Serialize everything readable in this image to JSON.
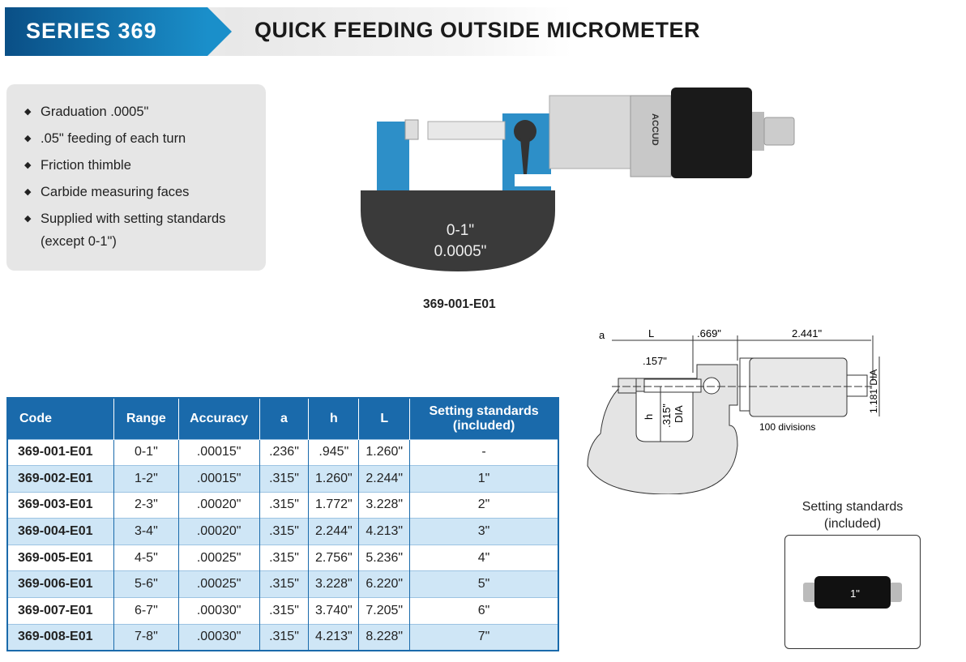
{
  "header": {
    "series": "SERIES 369",
    "title": "QUICK FEEDING OUTSIDE MICROMETER"
  },
  "features": [
    "Graduation .0005\"",
    ".05\" feeding of each turn",
    "Friction thimble",
    "Carbide measuring faces",
    "Supplied with setting standards"
  ],
  "features_cont": "(except 0-1\")",
  "photo": {
    "frame_range": "0-1\"",
    "frame_grad": "0.0005\"",
    "brand": "ACCUD",
    "caption": "369-001-E01"
  },
  "diagram": {
    "a": "a",
    "L": "L",
    "d669": ".669\"",
    "d2441": "2.441\"",
    "d157": ".157\"",
    "d315": ".315\"",
    "dia": "DIA",
    "h": "h",
    "d1181": "1.181\"DIA",
    "divisions": "100 divisions"
  },
  "table": {
    "headers": [
      "Code",
      "Range",
      "Accuracy",
      "a",
      "h",
      "L",
      "Setting standards (included)"
    ],
    "rows": [
      [
        "369-001-E01",
        "0-1\"",
        ".00015\"",
        ".236\"",
        ".945\"",
        "1.260\"",
        "-"
      ],
      [
        "369-002-E01",
        "1-2\"",
        ".00015\"",
        ".315\"",
        "1.260\"",
        "2.244\"",
        "1\""
      ],
      [
        "369-003-E01",
        "2-3\"",
        ".00020\"",
        ".315\"",
        "1.772\"",
        "3.228\"",
        "2\""
      ],
      [
        "369-004-E01",
        "3-4\"",
        ".00020\"",
        ".315\"",
        "2.244\"",
        "4.213\"",
        "3\""
      ],
      [
        "369-005-E01",
        "4-5\"",
        ".00025\"",
        ".315\"",
        "2.756\"",
        "5.236\"",
        "4\""
      ],
      [
        "369-006-E01",
        "5-6\"",
        ".00025\"",
        ".315\"",
        "3.228\"",
        "6.220\"",
        "5\""
      ],
      [
        "369-007-E01",
        "6-7\"",
        ".00030\"",
        ".315\"",
        "3.740\"",
        "7.205\"",
        "6\""
      ],
      [
        "369-008-E01",
        "7-8\"",
        ".00030\"",
        ".315\"",
        "4.213\"",
        "8.228\"",
        "7\""
      ]
    ]
  },
  "setting_standards": {
    "caption_line1": "Setting standards",
    "caption_line2": "(included)",
    "label": "1\""
  }
}
